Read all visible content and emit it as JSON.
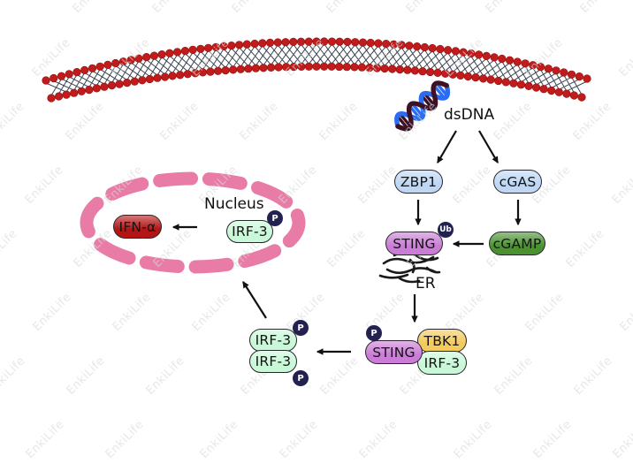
{
  "watermark": {
    "text": "EnkiLife"
  },
  "colors": {
    "membrane-red": "#c11b1b",
    "membrane-red-edge": "#8e0f0f",
    "nucleus-pink": "#e87ca6",
    "node-blue": "#bdd7f4",
    "sting-purple": "#ca7cd6",
    "cgamp-green": "#4a9230",
    "tbk1-yellow": "#f2ca5e",
    "irf3-mint": "#c9f8d8",
    "ifn-red": "#b31515",
    "badge-navy": "#232150",
    "arrow-black": "#111111",
    "dna-blue": "#2a6cf2",
    "dna-maroon": "#3d1225",
    "er-black": "#1a1a1a",
    "tail-gray": "#3c4450"
  },
  "labels": {
    "dsdna": "dsDNA",
    "nucleus": "Nucleus",
    "er": "ER"
  },
  "nodes": {
    "zbp1": "ZBP1",
    "cgas": "cGAS",
    "sting_er": "STING",
    "cgamp": "cGAMP",
    "sting_complex": "STING",
    "tbk1": "TBK1",
    "irf3_complex": "IRF-3",
    "irf3_dimer_top": "IRF-3",
    "irf3_dimer_bottom": "IRF-3",
    "irf3_nucleus": "IRF-3",
    "ifn_alpha": "IFN-α"
  },
  "badges": {
    "ub": "Ub",
    "p": "P"
  }
}
